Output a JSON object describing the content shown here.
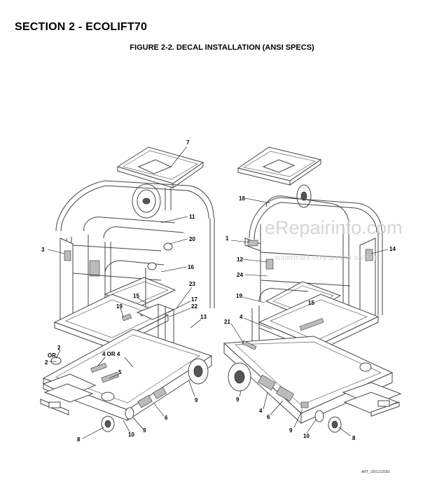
{
  "header": {
    "section_title": "SECTION 2 - ECOLIFT70",
    "figure_title": "FIGURE 2-2. DECAL INSTALLATION (ANSI SPECS)"
  },
  "watermark": {
    "site": "eRepairinfo.com",
    "note": "watermark only on this sample"
  },
  "callouts": {
    "left": [
      "7",
      "11",
      "20",
      "3",
      "16",
      "23",
      "15",
      "17",
      "22",
      "19",
      "13",
      "2",
      "OR",
      "2",
      "4 OR 4",
      "5",
      "9",
      "6",
      "9",
      "10",
      "8"
    ],
    "right": [
      "18",
      "1",
      "12",
      "24",
      "14",
      "19",
      "15",
      "21",
      "4",
      "9",
      "4",
      "6",
      "9",
      "10",
      "8"
    ]
  },
  "footer": {
    "art_id": "ART_1001213183"
  }
}
